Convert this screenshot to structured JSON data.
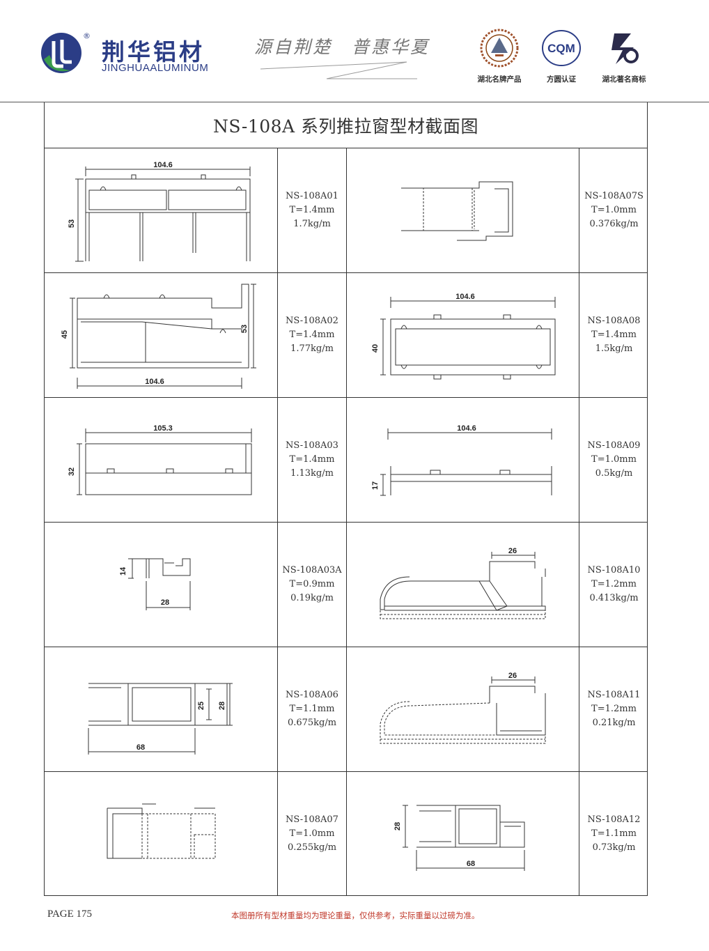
{
  "header": {
    "brand_cn": "荆华铝材",
    "brand_en": "JINGHUAALUMINUM",
    "registered_mark": "®",
    "slogan": "源自荆楚　普惠华夏",
    "badges": [
      {
        "icon": "provincial-brand-emblem",
        "caption": "湖北名牌产品"
      },
      {
        "icon": "cqm-certification-seal",
        "text": "CQM",
        "caption": "方圆认证"
      },
      {
        "icon": "famous-trademark-logo",
        "caption": "湖北著名商标"
      }
    ]
  },
  "title": "NS-108A 系列推拉窗型材截面图",
  "profiles": [
    {
      "code": "NS-108A01",
      "thickness": "T=1.4mm",
      "weight": "1.7kg/m",
      "dims": [
        "104.6",
        "53"
      ]
    },
    {
      "code": "NS-108A07S",
      "thickness": "T=1.0mm",
      "weight": "0.376kg/m",
      "dims": []
    },
    {
      "code": "NS-108A02",
      "thickness": "T=1.4mm",
      "weight": "1.77kg/m",
      "dims": [
        "45",
        "53",
        "104.6"
      ]
    },
    {
      "code": "NS-108A08",
      "thickness": "T=1.4mm",
      "weight": "1.5kg/m",
      "dims": [
        "104.6",
        "40"
      ]
    },
    {
      "code": "NS-108A03",
      "thickness": "T=1.4mm",
      "weight": "1.13kg/m",
      "dims": [
        "105.3",
        "32"
      ]
    },
    {
      "code": "NS-108A09",
      "thickness": "T=1.0mm",
      "weight": "0.5kg/m",
      "dims": [
        "104.6",
        "17"
      ]
    },
    {
      "code": "NS-108A03A",
      "thickness": "T=0.9mm",
      "weight": "0.19kg/m",
      "dims": [
        "14",
        "28"
      ]
    },
    {
      "code": "NS-108A10",
      "thickness": "T=1.2mm",
      "weight": "0.413kg/m",
      "dims": [
        "26"
      ]
    },
    {
      "code": "NS-108A06",
      "thickness": "T=1.1mm",
      "weight": "0.675kg/m",
      "dims": [
        "25",
        "28",
        "68"
      ]
    },
    {
      "code": "NS-108A11",
      "thickness": "T=1.2mm",
      "weight": "0.21kg/m",
      "dims": [
        "26"
      ]
    },
    {
      "code": "NS-108A07",
      "thickness": "T=1.0mm",
      "weight": "0.255kg/m",
      "dims": []
    },
    {
      "code": "NS-108A12",
      "thickness": "T=1.1mm",
      "weight": "0.73kg/m",
      "dims": [
        "28",
        "68"
      ]
    }
  ],
  "footer": {
    "page": "PAGE 175",
    "note": "本图册所有型材重量均为理论重量，仅供参考，实际重量以过磅为准。"
  },
  "colors": {
    "brand_blue": "#2b3d86",
    "brand_green": "#3a9b4b",
    "note_red": "#c0392b",
    "line": "#333333"
  }
}
